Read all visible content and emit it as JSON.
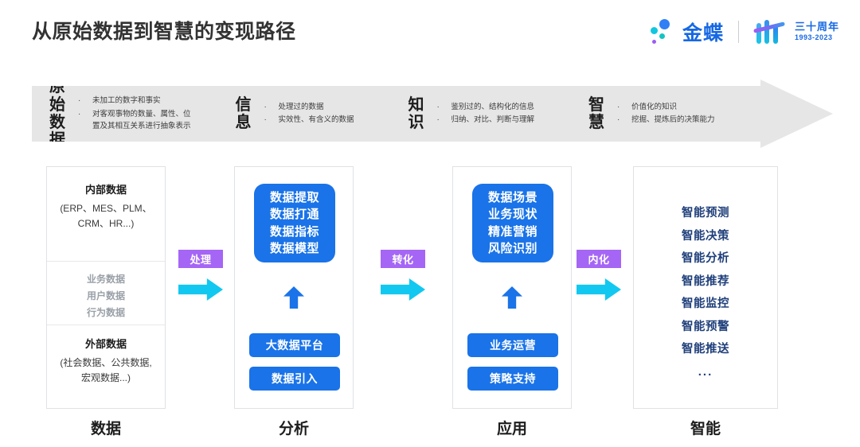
{
  "header": {
    "title": "从原始数据到智慧的变现路径",
    "brand": {
      "name": "金蝶",
      "anniversary": "三十周年",
      "years": "1993-2023"
    }
  },
  "banner": {
    "stages": [
      {
        "head": "原始\n数据",
        "bullets": [
          "未加工的数字和事实",
          "对客观事物的数量、属性、位\n置及其相互关系进行抽象表示"
        ]
      },
      {
        "head": "信\n息",
        "bullets": [
          "处理过的数据",
          "实效性、有含义的数据"
        ]
      },
      {
        "head": "知\n识",
        "bullets": [
          "鉴别过的、结构化的信息",
          "归纳、对比、判断与理解"
        ]
      },
      {
        "head": "智\n慧",
        "bullets": [
          "价值化的知识",
          "挖掘、提炼后的决策能力"
        ]
      }
    ],
    "bullet_mark": "·"
  },
  "columns": [
    {
      "label": "数据",
      "internal_title": "内部数据",
      "internal_sub": "(ERP、MES、PLM、\nCRM、HR...)",
      "mid_items": [
        "业务数据",
        "用户数据",
        "行为数据"
      ],
      "external_title": "外部数据",
      "external_sub": "(社会数据、公共数据,\n宏观数据...)"
    },
    {
      "label": "分析",
      "main_box": "数据提取\n数据打通\n数据指标\n数据模型",
      "pill1": "大数据平台",
      "pill2": "数据引入"
    },
    {
      "label": "应用",
      "main_box": "数据场景\n业务现状\n精准营销\n风险识别",
      "pill1": "业务运营",
      "pill2": "策略支持"
    },
    {
      "label": "智能",
      "items": [
        "智能预测",
        "智能决策",
        "智能分析",
        "智能推荐",
        "智能监控",
        "智能预警",
        "智能推送"
      ],
      "ellipsis": "..."
    }
  ],
  "connectors": [
    {
      "badge": "处理"
    },
    {
      "badge": "转化"
    },
    {
      "badge": "内化"
    }
  ],
  "colors": {
    "accent_blue": "#1a73e8",
    "badge_purple": "#a566f5",
    "arrow_cyan": "#12c8f0",
    "banner_gray": "#e6e6e6",
    "smart_navy": "#1f3f7a",
    "brand_blue": "#1668e3"
  }
}
